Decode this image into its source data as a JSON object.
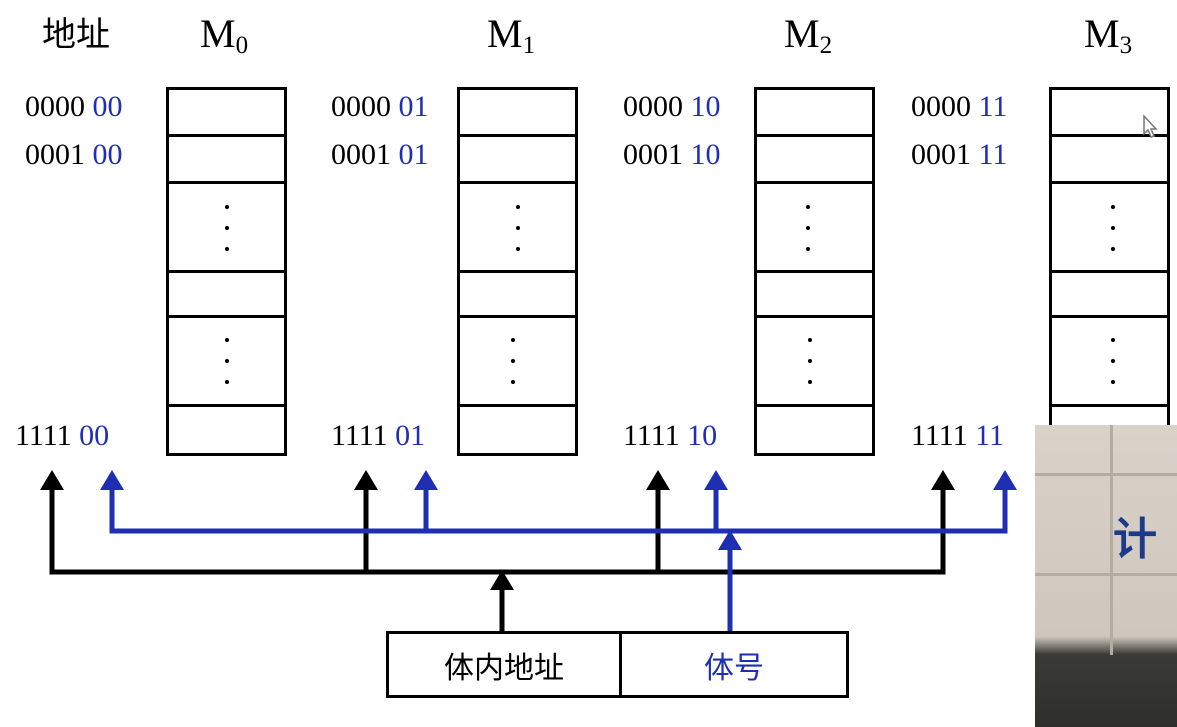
{
  "header": {
    "address_label": "地址"
  },
  "modules": [
    {
      "name": "M",
      "index": "0",
      "bank_bits": "00",
      "rows": [
        {
          "high": "0000",
          "low": "00"
        },
        {
          "high": "0001",
          "low": "00"
        },
        {
          "high": "1111",
          "low": "00"
        }
      ]
    },
    {
      "name": "M",
      "index": "1",
      "bank_bits": "01",
      "rows": [
        {
          "high": "0000",
          "low": "01"
        },
        {
          "high": "0001",
          "low": "01"
        },
        {
          "high": "1111",
          "low": "01"
        }
      ]
    },
    {
      "name": "M",
      "index": "2",
      "bank_bits": "10",
      "rows": [
        {
          "high": "0000",
          "low": "10"
        },
        {
          "high": "0001",
          "low": "10"
        },
        {
          "high": "1111",
          "low": "10"
        }
      ]
    },
    {
      "name": "M",
      "index": "3",
      "bank_bits": "11",
      "rows": [
        {
          "high": "0000",
          "low": "11"
        },
        {
          "high": "0001",
          "low": "11"
        },
        {
          "high": "1111",
          "low": "11"
        }
      ]
    }
  ],
  "register": {
    "in_bank_address": "体内地址",
    "bank_number": "体号"
  },
  "overlay": {
    "video_sign_text": "计"
  },
  "colors": {
    "black_bus": "#000000",
    "blue_bus": "#1f2fb4",
    "bank_text": "#1f2fb4"
  }
}
